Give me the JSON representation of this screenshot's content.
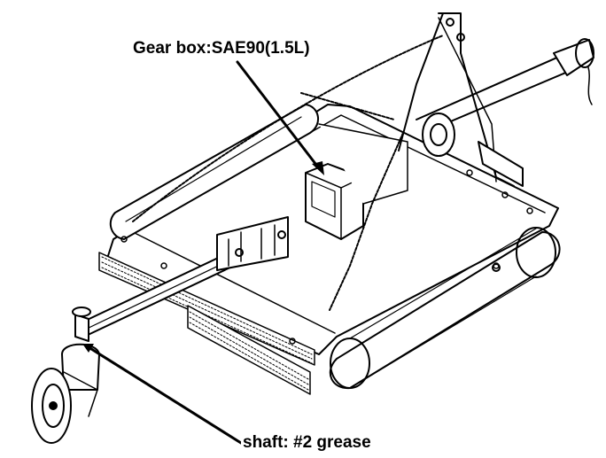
{
  "figure": {
    "subject": "rotary cutter mower line drawing",
    "line_color": "#000000",
    "background": "#ffffff"
  },
  "callouts": {
    "gearbox": {
      "text": "Gear box:SAE90(1.5L)"
    },
    "shaft": {
      "text": "shaft: #2 grease"
    }
  }
}
